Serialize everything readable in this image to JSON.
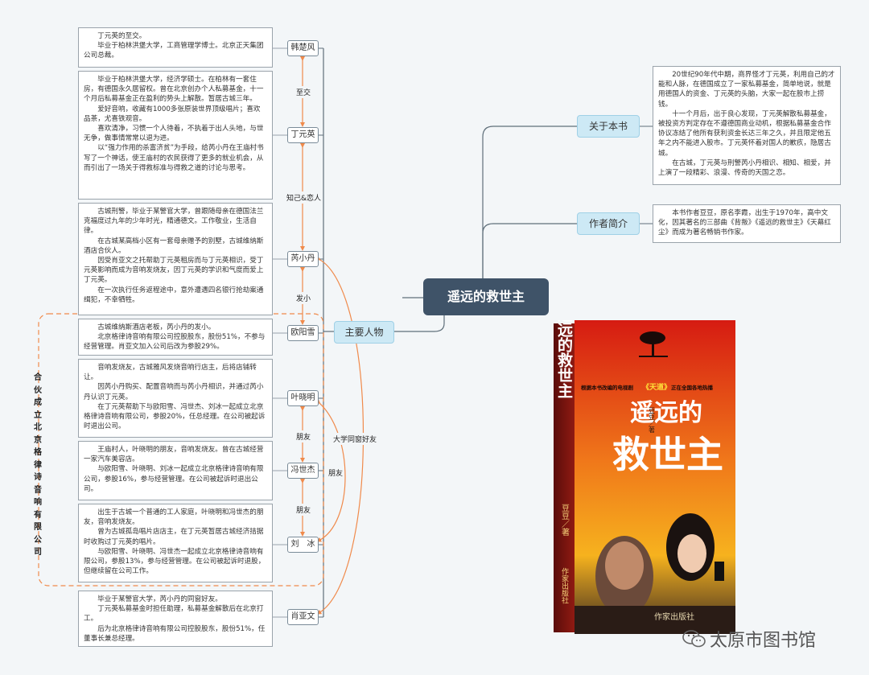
{
  "central": "遥远的救世主",
  "branches": {
    "main": "主要人物",
    "about": "关于本书",
    "author": "作者简介"
  },
  "characters": {
    "han": "韩楚风",
    "ding": "丁元英",
    "rui": "芮小丹",
    "ou": "欧阳雪",
    "ye": "叶晓明",
    "feng": "冯世杰",
    "liu": "刘　冰",
    "xiao": "肖亚文"
  },
  "relations": {
    "zhijiao": "至交",
    "zhiji": "知己&恋人",
    "faxiao": "发小",
    "pengyou1": "朋友",
    "pengyou2": "朋友",
    "pengyou3": "朋友",
    "daxue": "大学同窗好友"
  },
  "group_label": "合伙成立北京格律诗音响有限公司",
  "notes": {
    "han": [
      "丁元英的至交。",
      "毕业于柏林洪堡大学，工商管理学博士。北京正天集团公司总裁。"
    ],
    "ding": [
      "毕业于柏林洪堡大学，经济学硕士。在柏林有一套住房，有德国永久居留权。曾在北京创办个人私募基金，十一个月后私募基金正在盈利的势头上解散。暂居古城三年。",
      "爱好音响，收藏有1000多张原装世界顶级唱片；喜欢品茶，尤喜铁观音。",
      "喜欢清净，习惯一个人待着，不执着于出人头地，与世无争，做事情常常以退为进。",
      "以“强力作用的杀富济贫”为手段，给芮小丹在王庙村书写了一个神话，使王庙村的农民获得了更多的就业机会，从而引出了一场关于得救标准与得救之道的讨论与思考。"
    ],
    "rui": [
      "古城刑警，毕业于某警官大学，曾跟随母亲在德国法兰克福度过九年的少年时光，精通德文。工作敬业，生活自律。",
      "在古城某高档小区有一套母亲赠予的别墅，古城维纳斯酒店合伙人。",
      "因受肖亚文之托帮助丁元英租房而与丁元英相识，受丁元英影响而成为音响发烧友，因丁元英的学识和气度而爱上丁元英。",
      "在一次执行任务返程途中，意外遭遇四名银行抢劫案通缉犯，不幸牺牲。"
    ],
    "ou": [
      "古城维纳斯酒店老板，芮小丹的发小。",
      "北京格律诗音响有限公司控股股东，股份51%，不参与经营管理。肖亚文加入公司后改为参股29%。"
    ],
    "ye": [
      "音响发烧友，古城雅风发烧音响行店主，后将店铺转让。",
      "因芮小丹购买、配置音响而与芮小丹相识，并通过芮小丹认识丁元英。",
      "在丁元英帮助下与欧阳雪、冯世杰、刘冰一起成立北京格律诗音响有限公司，参股20%，任总经理。在公司被起诉时退出公司。"
    ],
    "feng": [
      "王庙村人，叶晓明的朋友，音响发烧友。曾在古城经营一家汽车美容店。",
      "与欧阳雪、叶晓明、刘冰一起成立北京格律诗音响有限公司，参股16%，参与经营管理。在公司被起诉时退出公司。"
    ],
    "liu": [
      "出生于古城一个普通的工人家庭，叶晓明和冯世杰的朋友，音响发烧友。",
      "曾为古城孤岛唱片店店主，在丁元英暂居古城经济拮据时收购过丁元英的唱片。",
      "与欧阳雪、叶晓明、冯世杰一起成立北京格律诗音响有限公司，参股13%，参与经营管理。在公司被起诉时退股，但继续留在公司工作。"
    ],
    "xiao": [
      "毕业于某警官大学，芮小丹的同窗好友。",
      "丁元英私募基金时担任助理，私募基金解散后在北京打工。",
      "后为北京格律诗音响有限公司控股股东，股份51%，任董事长兼总经理。"
    ],
    "about": [
      "20世纪90年代中期，商界怪才丁元英，利用自己的才能和人脉，在德国成立了一家私募基金，简单地说，就是用德国人的资金、丁元英的头脑，大家一起在股市上捞钱。",
      "十一个月后，出于良心发现，丁元英解散私募基金，被投资方判定存在不遵德国商业动机，根据私募基金合作协议冻结了他所有获利资金长达三年之久，并且限定他五年之内不能进入股市。丁元英怀着对国人的歉疚，隐居古城。",
      "在古城，丁元英与刑警芮小丹相识、相知、相爱，并上演了一段精彩、浪漫、传奇的天国之恋。"
    ],
    "author": [
      "本书作者豆豆，原名李霞，出生于1970年，高中文化，因其著名的三部曲《背叛》《遥远的救世主》《天幕红尘》而成为著名畅销书作家。"
    ]
  },
  "book_cover": {
    "title": "遥远的救世主",
    "author_mark": "豆豆／著",
    "tagline_left": "根据本书改编的电视剧",
    "tagline_show": "《天道》",
    "tagline_right": "正在全国各地热播",
    "publisher": "作家出版社"
  },
  "watermark": "太原市图书馆",
  "colors": {
    "central_bg": "#3f5368",
    "branch_bg": "#cde9f5",
    "line": "#5f6f7a",
    "arrow_orange": "#f08a4b",
    "dashed": "#f08a4b"
  }
}
